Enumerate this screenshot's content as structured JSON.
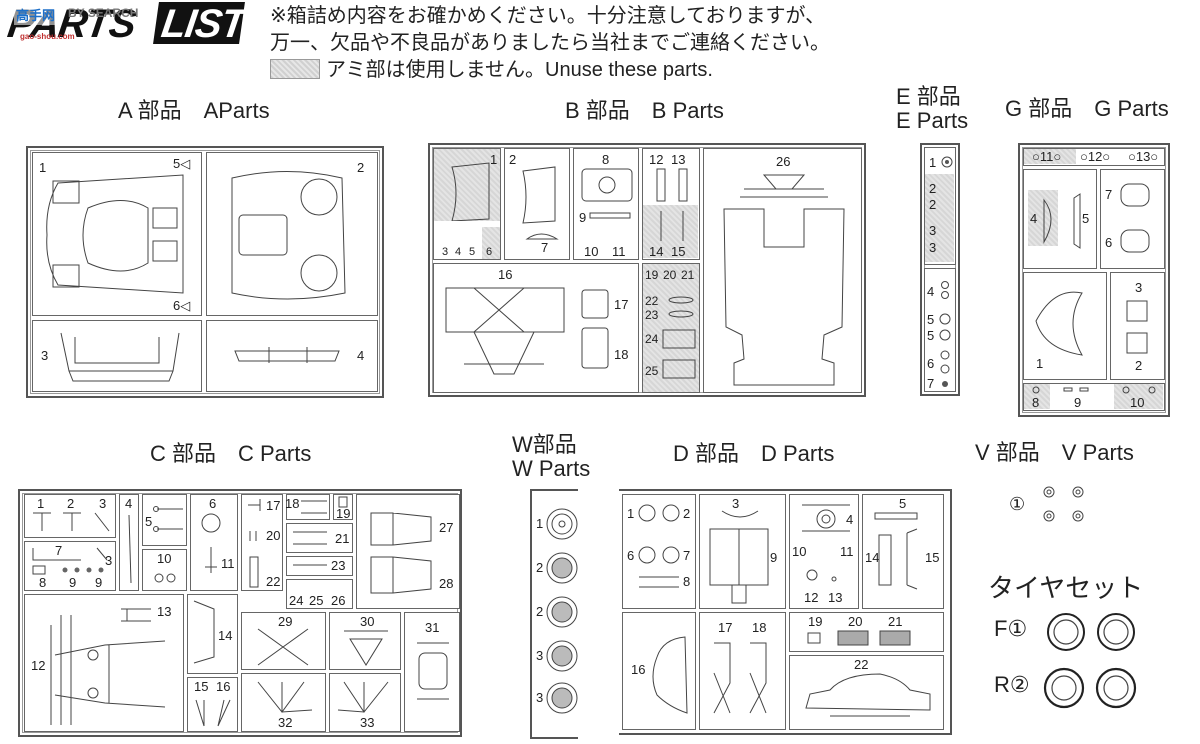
{
  "header": {
    "logo_text": "PARTS",
    "logo_box_text": "LIST",
    "watermark_site": "高手网",
    "watermark_search": "BY SEARCH",
    "watermark_url": "gao-shou.com",
    "notice_line1": "※箱詰め内容をお確かめください。十分注意しておりますが、",
    "notice_line2": "万一、欠品や不良品がありましたら当社までご連絡ください。",
    "notice_line3": "アミ部は使用しません。Unuse these parts."
  },
  "sections": {
    "A": {
      "title": "A 部品　AParts",
      "labels": {
        "p1": "1",
        "p2": "2",
        "p3": "3",
        "p4": "4",
        "p5": "5◁",
        "p6": "6◁"
      }
    },
    "B": {
      "title": "B 部品　B  Parts",
      "labels": {
        "p1": "1",
        "p2": "2",
        "p3": "3",
        "p4": "4",
        "p5": "5",
        "p6": "6",
        "p7": "7",
        "p8": "8",
        "p9": "9",
        "p10": "10",
        "p11": "11",
        "p12": "12",
        "p13": "13",
        "p14": "14",
        "p15": "15",
        "p16": "16",
        "p17": "17",
        "p18": "18",
        "p19": "19",
        "p20": "20",
        "p21": "21",
        "p22": "22",
        "p23": "23",
        "p24": "24",
        "p25": "25",
        "p26": "26"
      }
    },
    "E": {
      "title_line1": "E 部品",
      "title_line2": "E  Parts",
      "labels": [
        "1",
        "2",
        "2",
        "3",
        "3",
        "4",
        "5",
        "5",
        "6",
        "7"
      ]
    },
    "G": {
      "title": "G 部品　G  Parts",
      "labels": {
        "p1": "1",
        "p2": "2",
        "p3": "3",
        "p4": "4",
        "p5": "5",
        "p6": "6",
        "p7": "7",
        "p8": "8",
        "p9": "9",
        "p10": "10",
        "p11": "○11○",
        "p12": "○12○",
        "p13": "○13○"
      }
    },
    "C": {
      "title": "C 部品　C  Parts",
      "labels": {
        "p1": "1",
        "p2": "2",
        "p3": "3",
        "p3b": "3",
        "p4": "4",
        "p5": "5",
        "p6": "6",
        "p7": "7",
        "p8": "8",
        "p9": "9",
        "p9b": "9",
        "p10": "10",
        "p11": "11",
        "p12": "12",
        "p13": "13",
        "p14": "14",
        "p15": "15",
        "p16": "16",
        "p17": "17",
        "p18": "18",
        "p19": "19",
        "p20": "20",
        "p21": "21",
        "p22": "22",
        "p23": "23",
        "p24": "24",
        "p25": "25",
        "p26": "26",
        "p27": "27",
        "p28": "28",
        "p29": "29",
        "p30": "30",
        "p31": "31",
        "p32": "32",
        "p33": "33"
      }
    },
    "W": {
      "title_line1": "W部品",
      "title_line2": "W Parts",
      "labels": [
        "1",
        "2",
        "2",
        "3",
        "3"
      ]
    },
    "D": {
      "title": "D 部品　D  Parts",
      "labels": {
        "p1": "1",
        "p2": "2",
        "p3": "3",
        "p4": "4",
        "p5": "5",
        "p6": "6",
        "p7": "7",
        "p8": "8",
        "p9": "9",
        "p10": "10",
        "p11": "11",
        "p12": "12",
        "p13": "13",
        "p14": "14",
        "p15": "15",
        "p16": "16",
        "p17": "17",
        "p18": "18",
        "p19": "19",
        "p20": "20",
        "p21": "21",
        "p22": "22"
      }
    },
    "V": {
      "title": "V 部品　V  Parts",
      "label1": "①"
    },
    "tires": {
      "title": "タイヤセット",
      "front": "F①",
      "rear": "R②"
    }
  }
}
